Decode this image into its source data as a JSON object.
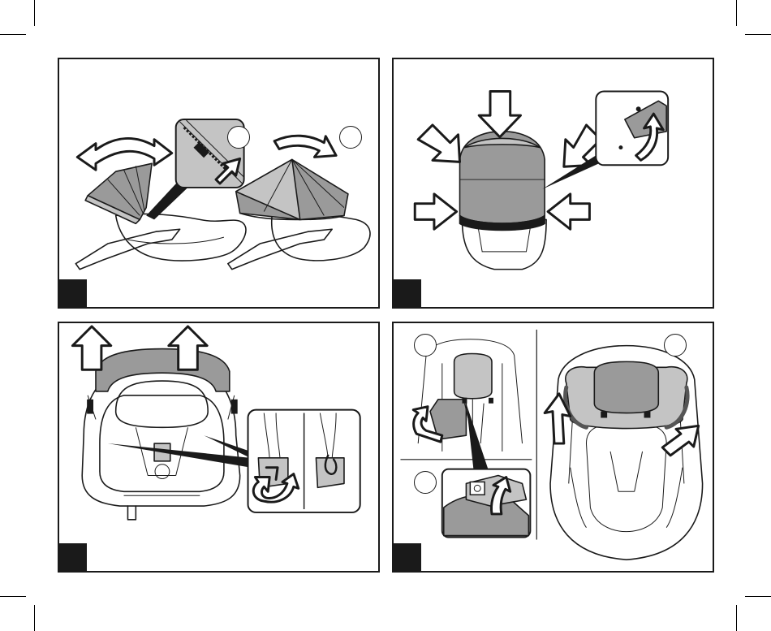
{
  "panels": [
    {
      "id": "panel-1",
      "circle_labels": 2
    },
    {
      "id": "panel-2",
      "circle_labels": 0
    },
    {
      "id": "panel-3",
      "circle_labels": 0
    },
    {
      "id": "panel-4",
      "circle_labels": 3
    }
  ],
  "colors": {
    "ink": "#1a1a1a",
    "fabric_grey": "#9a9a9a",
    "light_grey": "#c4c4c4",
    "paper": "#ffffff"
  }
}
